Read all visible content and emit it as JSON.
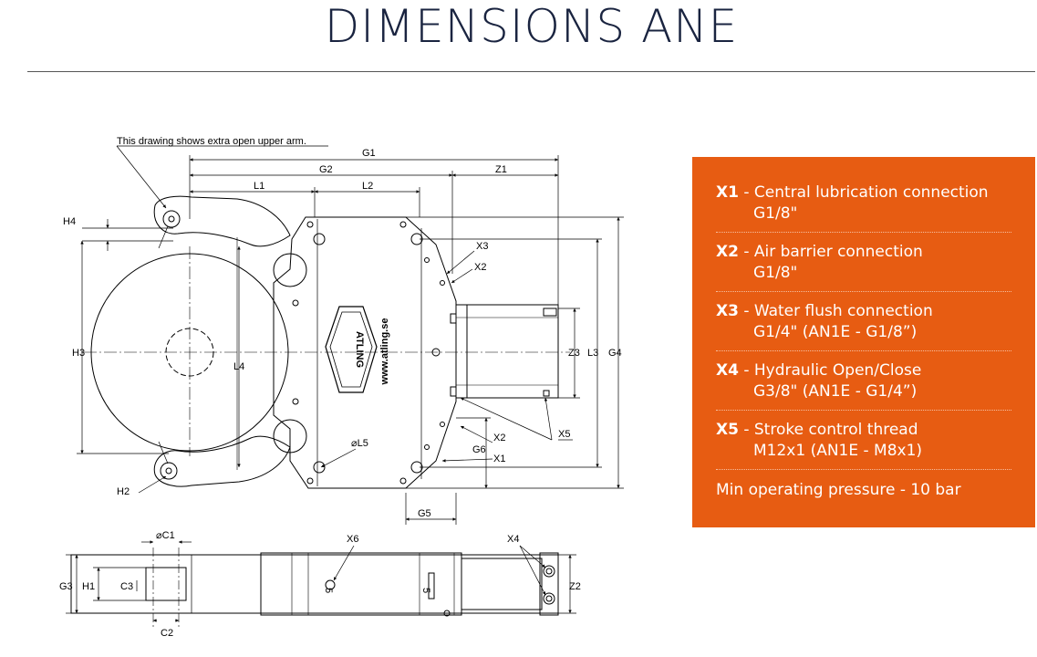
{
  "page_title": "DIMENSIONS ANE",
  "drawing_note": "This drawing shows extra open upper arm.",
  "logo_text": "ATLING",
  "website_text": "www.atling.se",
  "side_marks": [
    "5",
    "5"
  ],
  "top_view_labels": {
    "G1": "G1",
    "G2": "G2",
    "Z1": "Z1",
    "L1": "L1",
    "L2": "L2",
    "H4": "H4",
    "H3": "H3",
    "L4": "L4",
    "X3": "X3",
    "X2_upper": "X2",
    "Z3": "Z3",
    "L3": "L3",
    "G4": "G4",
    "X5": "X5",
    "X2_lower": "X2",
    "G6": "G6",
    "X1": "X1",
    "L5": "⌀L5",
    "H2": "H2",
    "G5": "G5"
  },
  "side_view_labels": {
    "C1": "⌀C1",
    "X6": "X6",
    "X4": "X4",
    "G3": "G3",
    "H1": "H1",
    "C3": "C3",
    "Z2": "Z2",
    "C2": "C2"
  },
  "legend": {
    "items": [
      {
        "code": "X1",
        "line1": " - Central lubrication connection",
        "line2": "G1/8\""
      },
      {
        "code": "X2",
        "line1": " - Air barrier connection",
        "line2": "G1/8\""
      },
      {
        "code": "X3",
        "line1": " - Water flush connection",
        "line2": "G1/4\" (AN1E - G1/8”)"
      },
      {
        "code": "X4",
        "line1": " - Hydraulic Open/Close",
        "line2": "G3/8\" (AN1E - G1/4”)"
      },
      {
        "code": "X5",
        "line1": " - Stroke control thread",
        "line2": "M12x1 (AN1E - M8x1)"
      }
    ],
    "footer": "Min operating pressure - 10 bar"
  },
  "colors": {
    "legend_bg": "#e75c12",
    "title": "#1a2440"
  }
}
